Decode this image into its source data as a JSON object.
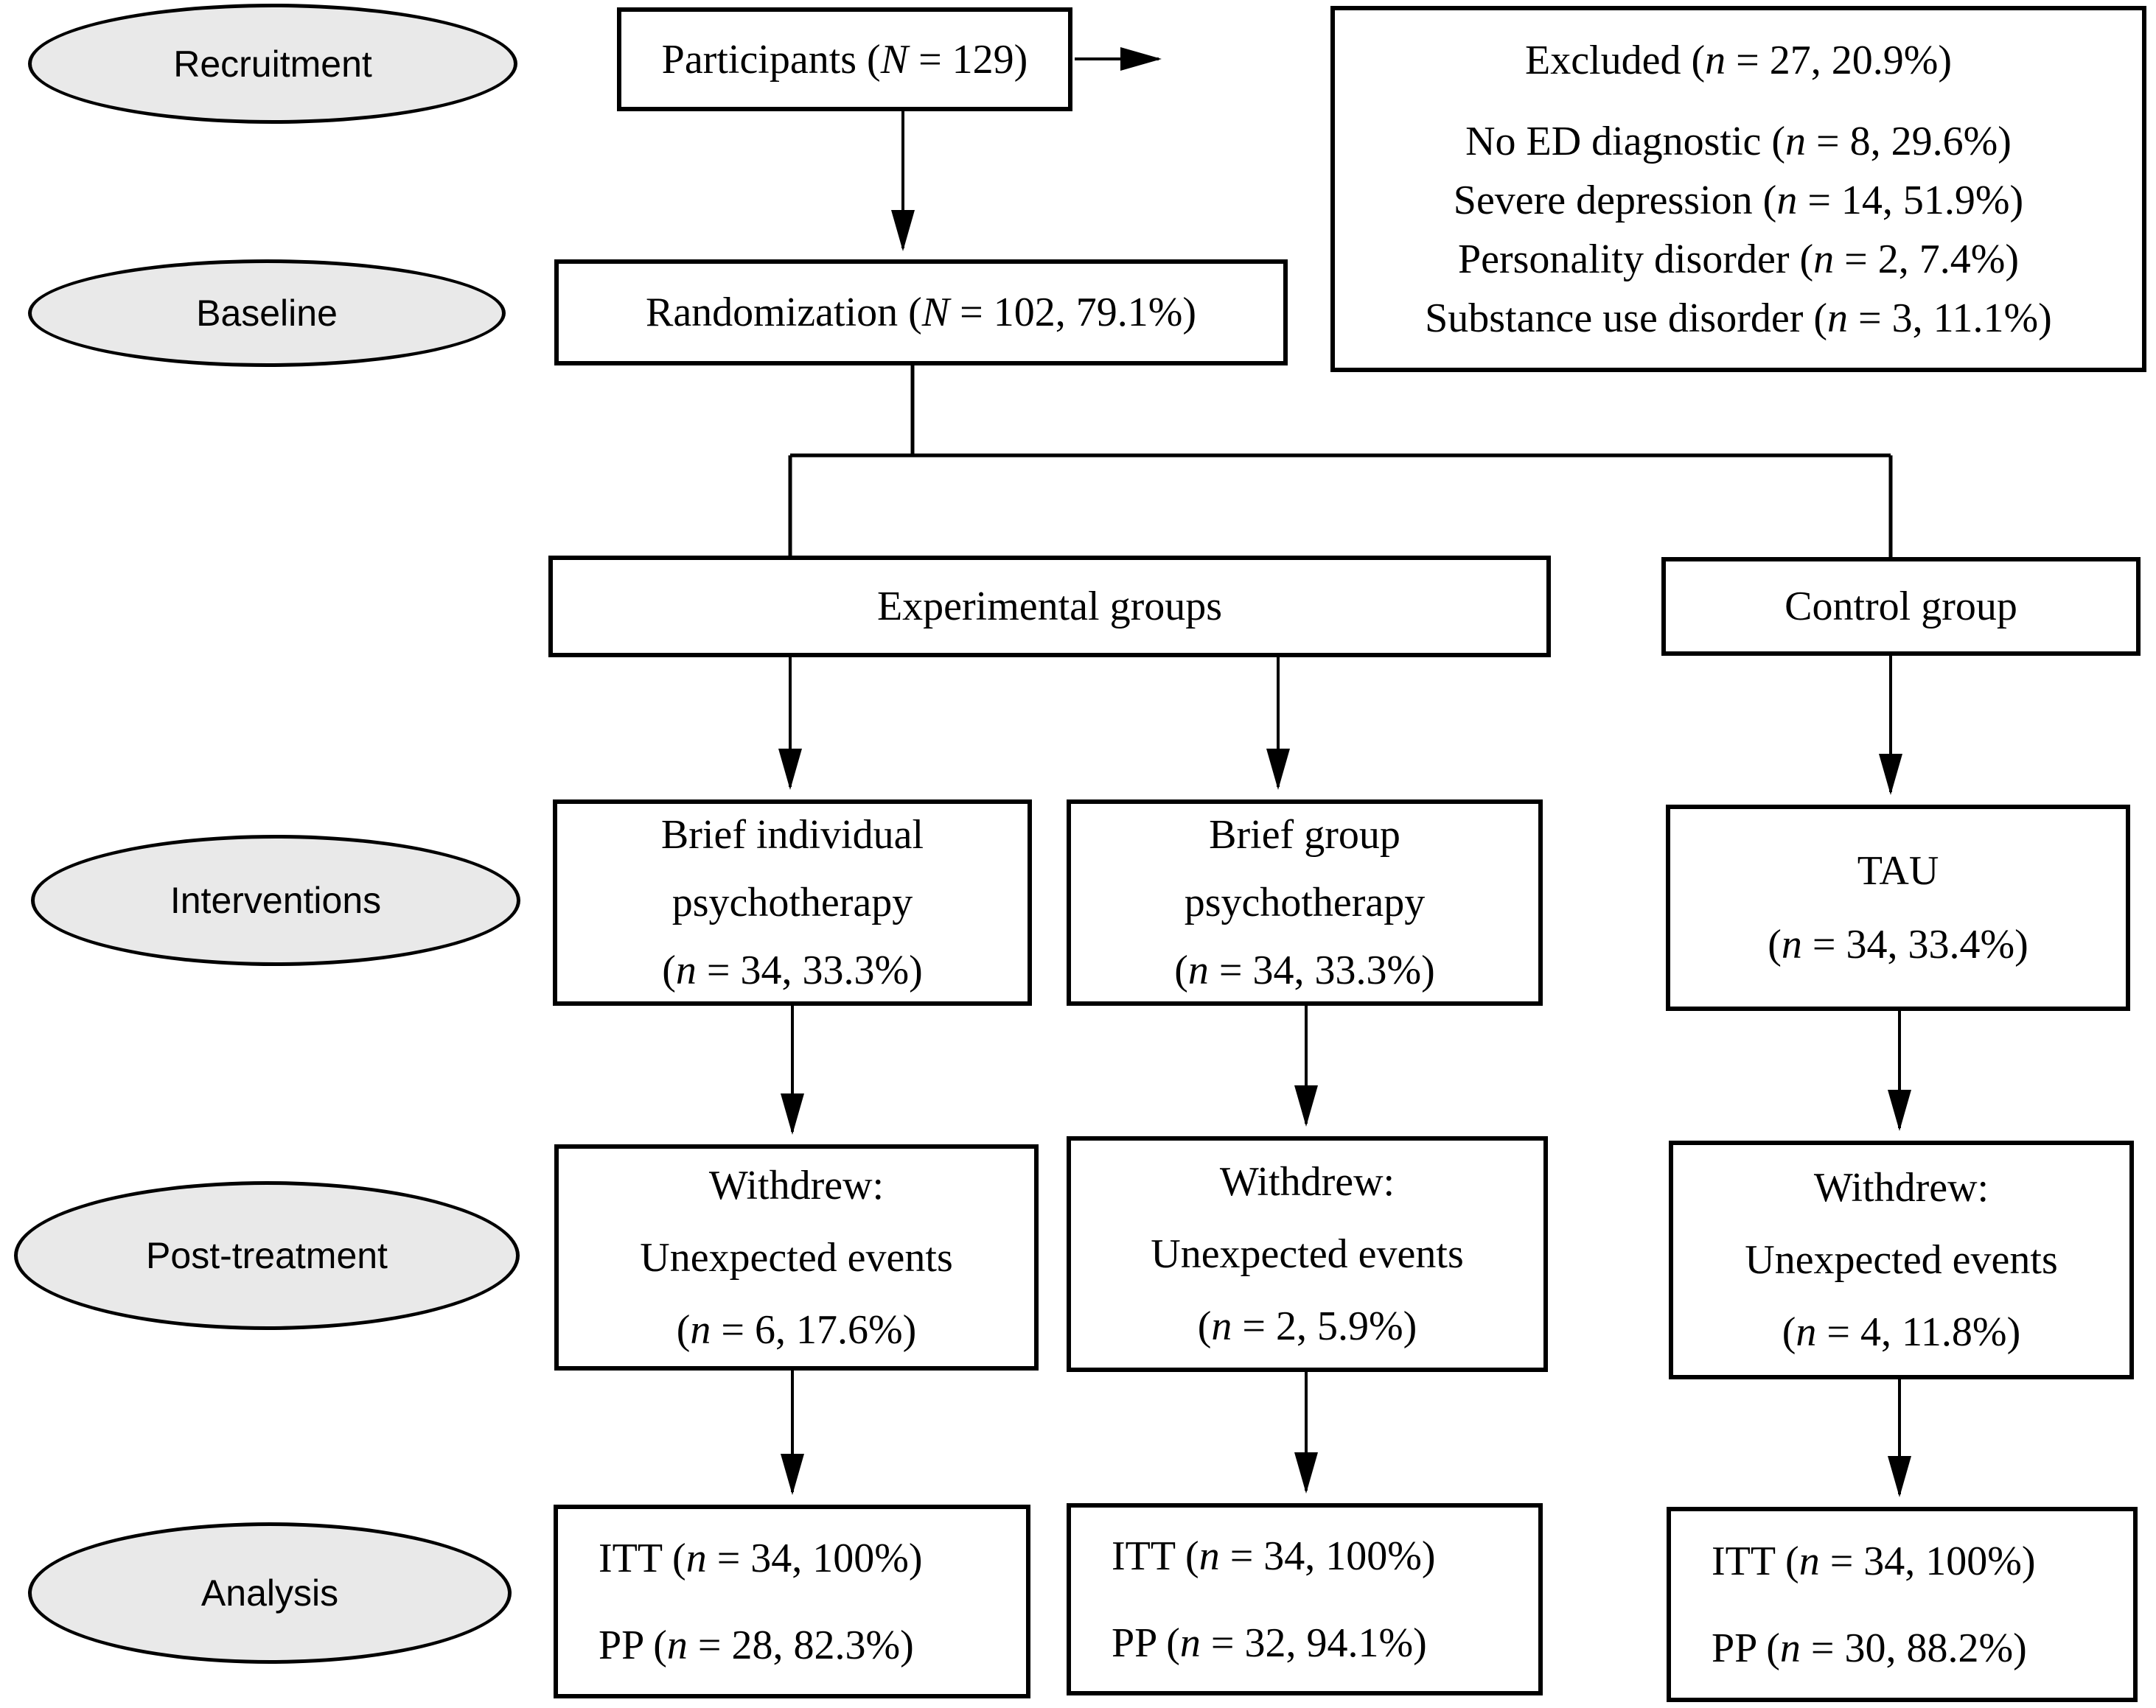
{
  "colors": {
    "ellipse_fill": "#e9e9e9",
    "line": "#000000",
    "background": "#ffffff"
  },
  "stages": [
    {
      "label": "Recruitment"
    },
    {
      "label": "Baseline"
    },
    {
      "label": "Interventions"
    },
    {
      "label": "Post-treatment"
    },
    {
      "label": "Analysis"
    }
  ],
  "nodes": {
    "participants": {
      "line": [
        {
          "t": "Participants ("
        },
        {
          "t": "N",
          "i": 1
        },
        {
          "t": " = 129)"
        }
      ]
    },
    "excluded": {
      "title": [
        {
          "t": "Excluded ("
        },
        {
          "t": "n",
          "i": 1
        },
        {
          "t": " = 27, 20.9%)"
        }
      ],
      "items": [
        [
          {
            "t": "No ED diagnostic ("
          },
          {
            "t": "n",
            "i": 1
          },
          {
            "t": " = 8, 29.6%)"
          }
        ],
        [
          {
            "t": "Severe depression ("
          },
          {
            "t": "n",
            "i": 1
          },
          {
            "t": " = 14, 51.9%)"
          }
        ],
        [
          {
            "t": "Personality disorder ("
          },
          {
            "t": "n",
            "i": 1
          },
          {
            "t": " = 2, 7.4%)"
          }
        ],
        [
          {
            "t": "Substance use disorder ("
          },
          {
            "t": "n",
            "i": 1
          },
          {
            "t": " = 3, 11.1%)"
          }
        ]
      ]
    },
    "randomization": {
      "line": [
        {
          "t": "Randomization ("
        },
        {
          "t": "N",
          "i": 1
        },
        {
          "t": " = 102, 79.1%)"
        }
      ]
    },
    "experimental": {
      "line": [
        {
          "t": "Experimental groups"
        }
      ]
    },
    "control": {
      "line": [
        {
          "t": "Control group"
        }
      ]
    },
    "brief_individual": {
      "lines": [
        [
          {
            "t": "Brief individual"
          }
        ],
        [
          {
            "t": "psychotherapy"
          }
        ],
        [
          {
            "t": "("
          },
          {
            "t": "n",
            "i": 1
          },
          {
            "t": " = 34, 33.3%)"
          }
        ]
      ]
    },
    "brief_group": {
      "lines": [
        [
          {
            "t": "Brief group"
          }
        ],
        [
          {
            "t": "psychotherapy"
          }
        ],
        [
          {
            "t": "("
          },
          {
            "t": "n",
            "i": 1
          },
          {
            "t": " = 34, 33.3%)"
          }
        ]
      ]
    },
    "tau": {
      "lines": [
        [
          {
            "t": "TAU"
          }
        ],
        [
          {
            "t": "("
          },
          {
            "t": "n",
            "i": 1
          },
          {
            "t": " = 34, 33.4%)"
          }
        ]
      ]
    },
    "withdrew_individual": {
      "lines": [
        [
          {
            "t": "Withdrew:"
          }
        ],
        [
          {
            "t": "Unexpected events"
          }
        ],
        [
          {
            "t": "("
          },
          {
            "t": "n",
            "i": 1
          },
          {
            "t": " = 6, 17.6%)"
          }
        ]
      ]
    },
    "withdrew_group": {
      "lines": [
        [
          {
            "t": "Withdrew:"
          }
        ],
        [
          {
            "t": "Unexpected events"
          }
        ],
        [
          {
            "t": "("
          },
          {
            "t": "n",
            "i": 1
          },
          {
            "t": " = 2, 5.9%)"
          }
        ]
      ]
    },
    "withdrew_control": {
      "lines": [
        [
          {
            "t": "Withdrew:"
          }
        ],
        [
          {
            "t": "Unexpected events"
          }
        ],
        [
          {
            "t": "("
          },
          {
            "t": "n",
            "i": 1
          },
          {
            "t": " = 4, 11.8%)"
          }
        ]
      ]
    },
    "analysis_individual": {
      "lines": [
        [
          {
            "t": "ITT ("
          },
          {
            "t": "n",
            "i": 1
          },
          {
            "t": " = 34, 100%)"
          }
        ],
        [
          {
            "t": "PP ("
          },
          {
            "t": "n",
            "i": 1
          },
          {
            "t": " = 28, 82.3%)"
          }
        ]
      ]
    },
    "analysis_group": {
      "lines": [
        [
          {
            "t": "ITT ("
          },
          {
            "t": "n",
            "i": 1
          },
          {
            "t": " = 34, 100%)"
          }
        ],
        [
          {
            "t": "PP ("
          },
          {
            "t": "n",
            "i": 1
          },
          {
            "t": " = 32, 94.1%)"
          }
        ]
      ]
    },
    "analysis_control": {
      "lines": [
        [
          {
            "t": "ITT ("
          },
          {
            "t": "n",
            "i": 1
          },
          {
            "t": " = 34, 100%)"
          }
        ],
        [
          {
            "t": "PP ("
          },
          {
            "t": "n",
            "i": 1
          },
          {
            "t": " = 30, 88.2%)"
          }
        ]
      ]
    }
  }
}
